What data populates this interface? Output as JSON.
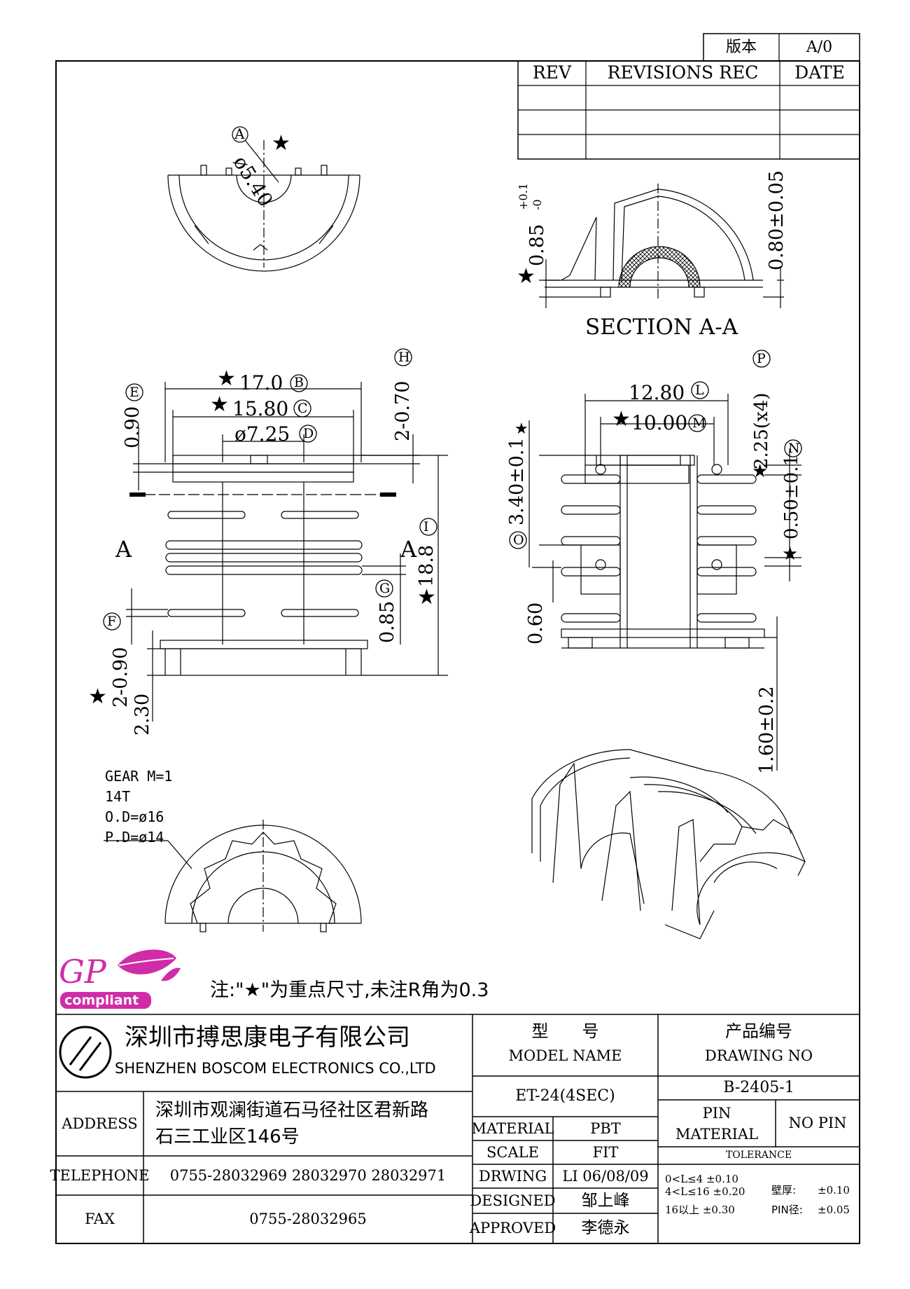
{
  "version_box": {
    "label": "版本",
    "value": "A/0"
  },
  "revisions": {
    "rev": "REV",
    "rec": "REVISIONS REC",
    "date": "DATE"
  },
  "views": {
    "top": {
      "marker": "A",
      "dia": "ø5.40"
    },
    "section": {
      "title": "SECTION A-A",
      "d1": "0.85",
      "d1_tol_up": "+0.1",
      "d1_tol_dn": "-0",
      "d2": "0.80±0.05"
    },
    "front": {
      "cut_left": "A",
      "cut_right": "A",
      "b": {
        "val": "17.0",
        "tag": "B"
      },
      "c": {
        "val": "15.80",
        "tag": "C"
      },
      "d": {
        "val": "ø7.25",
        "tag": "D"
      },
      "e": {
        "val": "0.90",
        "tag": "E"
      },
      "f": {
        "val": "2-0.90",
        "tag": "F"
      },
      "g": {
        "val": "0.85",
        "tag": "G"
      },
      "h": {
        "val": "2-0.70",
        "tag": "H"
      },
      "i": {
        "val": "18.8",
        "tag": "I"
      },
      "h2": "2.30"
    },
    "side": {
      "l": {
        "val": "12.80",
        "tag": "L"
      },
      "m": {
        "val": "10.00",
        "tag": "M"
      },
      "p": {
        "val": "2.25(x4)",
        "tag": "P"
      },
      "n": {
        "val": "0.50±0.1",
        "tag": "N"
      },
      "o": {
        "val": "3.40±0.1",
        "tag": "O"
      },
      "v060": "0.60",
      "v160": "1.60±0.2"
    },
    "gear": {
      "lines": [
        "GEAR M=1",
        "14T",
        "O.D=ø16",
        "P.D=ø14"
      ]
    }
  },
  "star_glyph": "★",
  "note": "注:\"★\"为重点尺寸,未注R角为0.3",
  "gp": {
    "logo": "GP",
    "badge": "compliant"
  },
  "company": {
    "cn": "深圳市搏思康电子有限公司",
    "en": "SHENZHEN BOSCOM ELECTRONICS CO.,LTD"
  },
  "title_block": {
    "model_cn": "型　　号",
    "model_en": "MODEL NAME",
    "model_val": "ET-24(4SEC)",
    "drawing_cn": "产品编号",
    "drawing_en": "DRAWING NO",
    "drawing_val": "B-2405-1",
    "address_label": "ADDRESS",
    "address_line1": "深圳市观澜街道石马径社区君新路",
    "address_line2": "石三工业区146号",
    "telephone_label": "TELEPHONE",
    "telephone_val": "0755-28032969 28032970 28032971",
    "fax_label": "FAX",
    "fax_val": "0755-28032965",
    "material_label": "MATERIAL",
    "material_val": "PBT",
    "scale_label": "SCALE",
    "scale_val": "FIT",
    "drawing_label": "DRWING",
    "drawing_by": "LI 06/08/09",
    "designed_label": "DESIGNED",
    "designed_val": "邹上峰",
    "approved_label": "APPROVED",
    "approved_val": "李德永",
    "pin_material_l1": "PIN",
    "pin_material_l2": "MATERIAL",
    "pin_material_val": "NO PIN",
    "tolerance_label": "TOLERANCE",
    "tol1": "0<L≤4  ±0.10",
    "tol2": "4<L≤16 ±0.20",
    "tol3": "16以上  ±0.30",
    "wall_label": "壁厚:",
    "wall_val": "±0.10",
    "pin_dia_label": "PIN径:",
    "pin_dia_val": "±0.05"
  }
}
